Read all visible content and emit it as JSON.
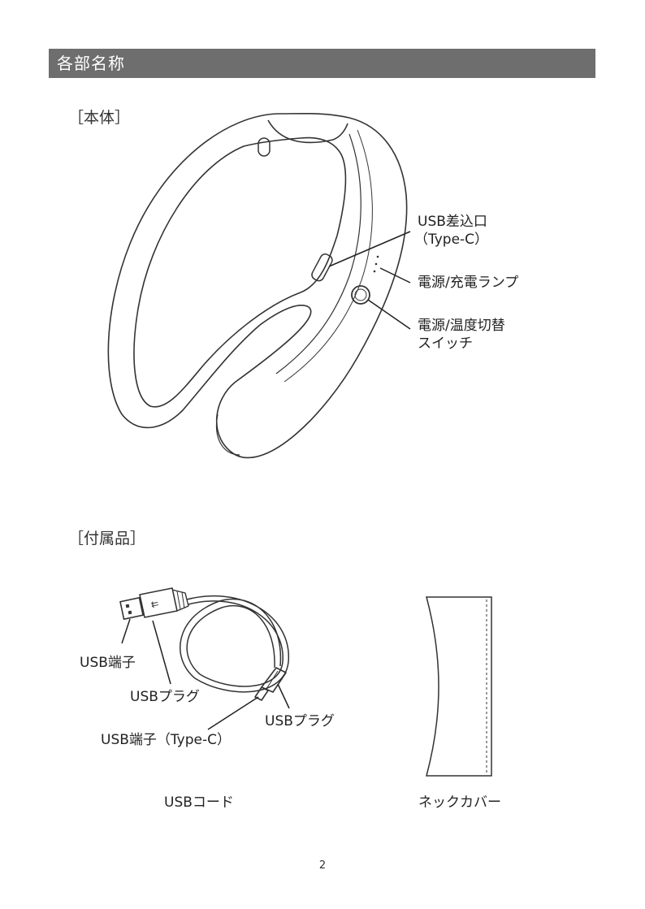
{
  "header": {
    "title": "各部名称"
  },
  "main_unit": {
    "heading": "［本体］",
    "labels": {
      "usb_port_line1": "USB差込口",
      "usb_port_line2": "（Type-C）",
      "power_lamp": "電源/充電ランプ",
      "power_switch_line1": "電源/温度切替",
      "power_switch_line2": "スイッチ"
    }
  },
  "accessories": {
    "heading": "［付属品］",
    "labels": {
      "usb_terminal": "USB端子",
      "usb_plug_left": "USBプラグ",
      "usb_plug_right": "USBプラグ",
      "usb_terminal_typec": "USB端子（Type-C）",
      "usb_cord": "USBコード",
      "neck_cover": "ネックカバー"
    }
  },
  "footer": {
    "page_number": "2"
  }
}
